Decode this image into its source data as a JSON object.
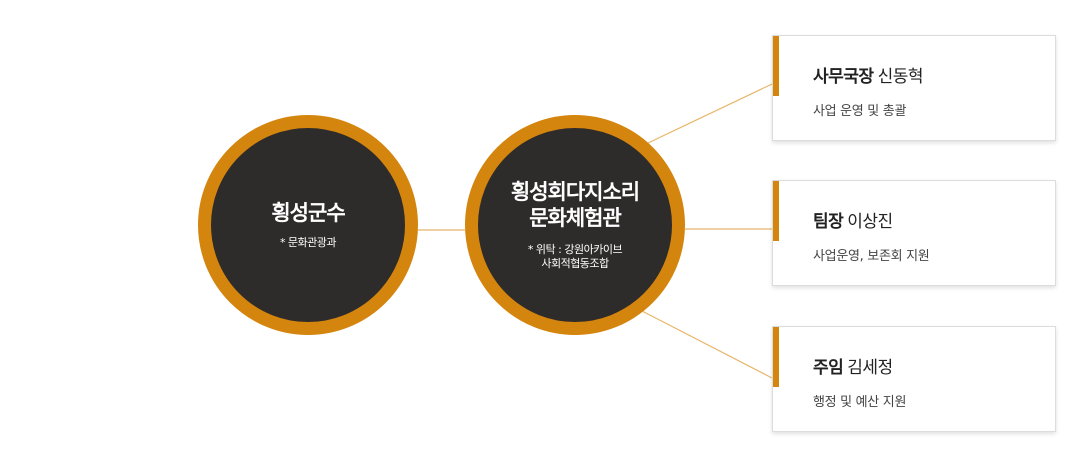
{
  "colors": {
    "accent": "#d4850d",
    "circle_fill": "#2e2b2b",
    "line": "#e8b56a"
  },
  "government": {
    "title": "횡성군수",
    "note": "* 문화관광과"
  },
  "center": {
    "title_lines": [
      "횡성회다지소리",
      "문화체험관"
    ],
    "note_lines": [
      "* 위탁 : 강원아카이브",
      "사회적협동조합"
    ]
  },
  "staff": [
    {
      "role": "사무국장",
      "name": "신동혁",
      "duty": "사업 운영 및 총괄"
    },
    {
      "role": "팀장",
      "name": "이상진",
      "duty": "사업운영, 보존회 지원"
    },
    {
      "role": "주임",
      "name": "김세정",
      "duty": "행정 및 예산 지원"
    }
  ]
}
